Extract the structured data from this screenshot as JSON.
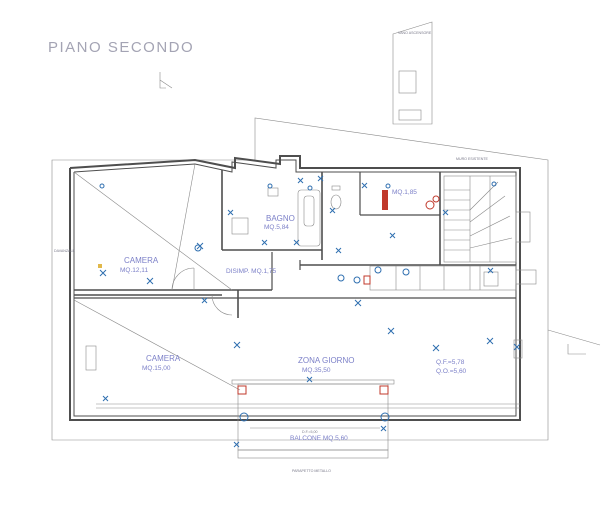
{
  "title": "PIANO SECONDO",
  "rooms": {
    "camera_upper": {
      "name": "CAMERA",
      "area": "MQ.12,11"
    },
    "camera_lower": {
      "name": "CAMERA",
      "area": "MQ.15,00"
    },
    "bagno": {
      "name": "BAGNO",
      "area": "MQ.5,84"
    },
    "zona_giorno": {
      "name": "ZONA GIORNO",
      "area": "MQ.35,50"
    },
    "disimp": {
      "label": "DISIMP. MQ.1,75"
    },
    "lavanderia": {
      "label": "MQ.1,85"
    },
    "balcone": {
      "label": "BALCONE MQ.5,60",
      "sub": "D.F.=5,00"
    }
  },
  "heights": {
    "line1": "Q.F.=5,78",
    "line2": "Q.O.=5,60"
  },
  "annotations": {
    "davanzale": "DAVANZALE",
    "legend_box": "VANO ASCENSORE",
    "wall_top": "MURO ESISTENTE",
    "bottom_label": "PARAPETTO METALLO"
  },
  "colors": {
    "text_blue": "#7c80c8",
    "symbol_blue": "#2f6fb0",
    "symbol_red": "#c0392b",
    "wall": "#4e4e4e"
  }
}
